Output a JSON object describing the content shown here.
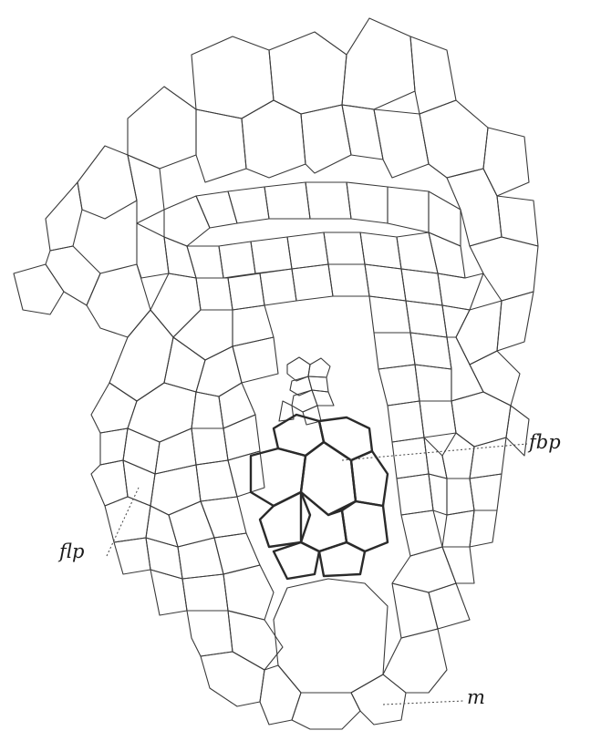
{
  "labels": {
    "fbp": "fbp",
    "flp": "flp",
    "m": "m"
  },
  "colors": {
    "ink": "#3a3a3a",
    "background": "#ffffff"
  }
}
